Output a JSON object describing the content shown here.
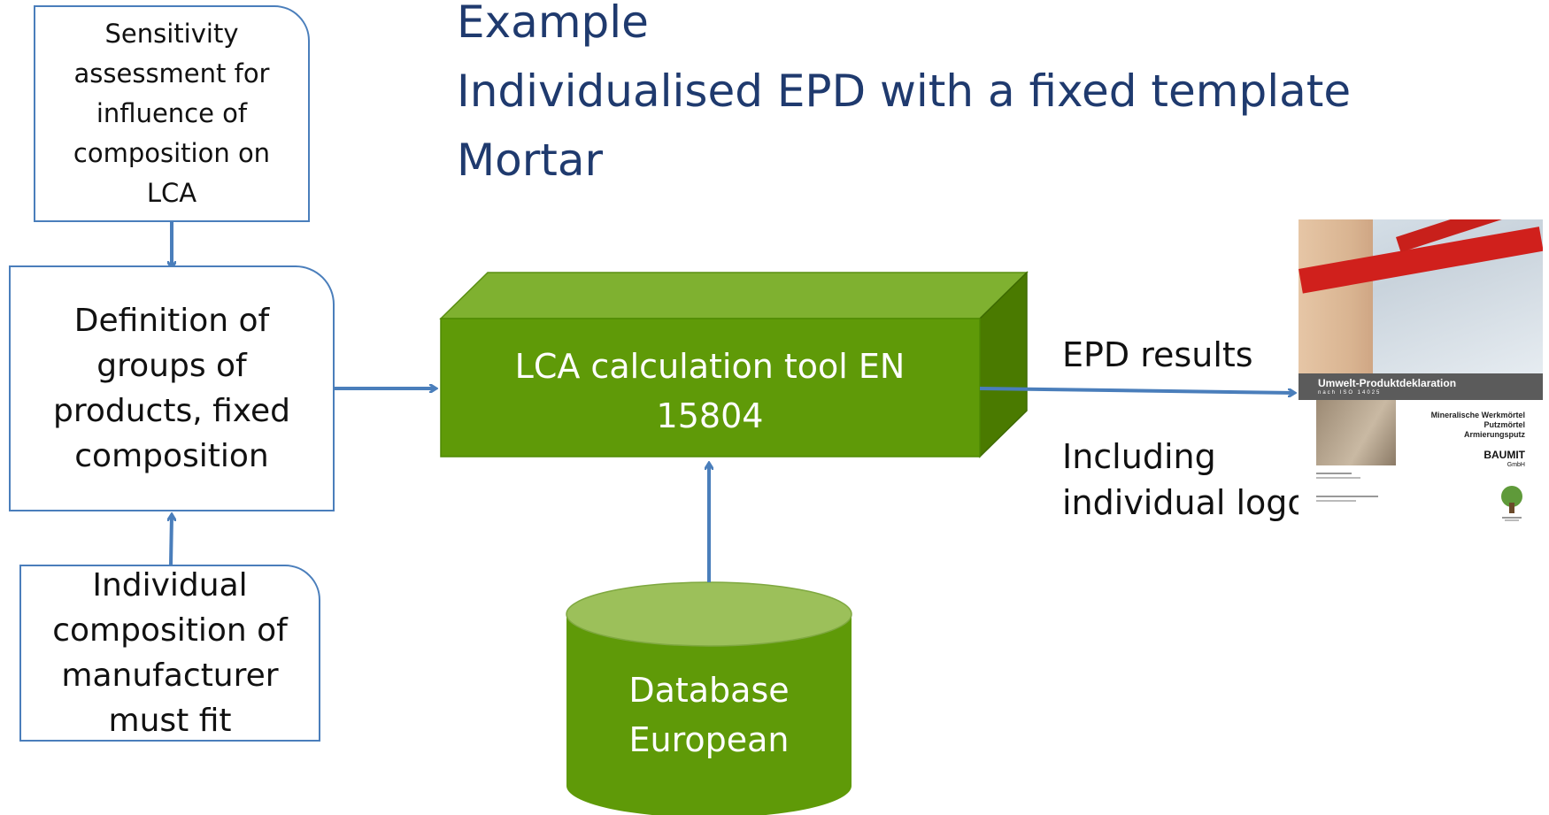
{
  "title": {
    "line1": "Example",
    "line2": "Individualised EPD with a fixed template",
    "line3": "Mortar"
  },
  "boxes": {
    "sensitivity": [
      "Sensitivity",
      "assessment for",
      "influence of",
      "composition on",
      "LCA"
    ],
    "definition": [
      "Definition of",
      "groups of",
      "products, fixed",
      "composition"
    ],
    "individual": [
      "Individual",
      "composition of",
      "manufacturer",
      "must fit"
    ]
  },
  "lca_tool": {
    "line1": "LCA calculation tool EN",
    "line2": "15804"
  },
  "database": {
    "line1": "Database",
    "line2": "European"
  },
  "epd_results": "EPD results",
  "including_logo": {
    "line1": "Including",
    "line2": "individual logo"
  },
  "epd_cover": {
    "heading": "Umwelt-Produktdeklaration",
    "subheading": "nach ISO 14025",
    "products": [
      "Mineralische Werkmörtel",
      "Putzmörtel",
      "Armierungsputz"
    ],
    "brand": "BAUMIT",
    "brand_sub": "GmbH"
  },
  "colors": {
    "title": "#1f3a6e",
    "box_border": "#4a7ebb",
    "arrow": "#4a7ebb",
    "green_front": "#5f9a08",
    "green_top": "#7fb130",
    "green_side": "#4a7a00",
    "db_top": "#9cc05a"
  }
}
